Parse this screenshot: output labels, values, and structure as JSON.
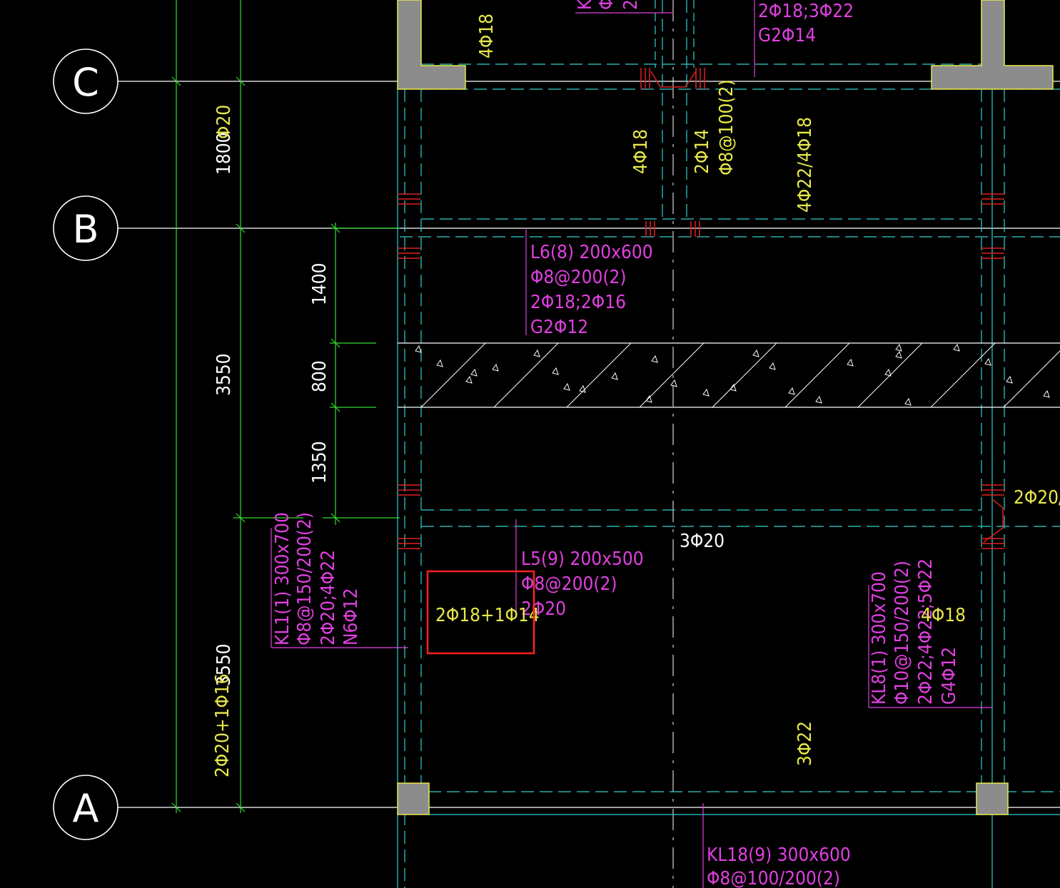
{
  "axes": {
    "c": "C",
    "b": "B",
    "a": "A"
  },
  "dims": {
    "d1800": "1800",
    "d3550_top": "3550",
    "d3550_bottom": "3550",
    "d1400": "1400",
    "d800": "800",
    "d1350": "1350"
  },
  "rebar": {
    "top_4phi18": "4Φ18",
    "top_2phi18_3phi22": "2Φ18;3Φ22",
    "top_g2phi14": "G2Φ14",
    "left_phi20": "Φ20",
    "mid_4phi18": "4Φ18",
    "mid_2phi14": "2Φ14",
    "mid_phi8_100": "Φ8@100(2)",
    "mid_4phi22_4phi18": "4Φ22/4Φ18",
    "bot_2phi18_1phi14": "2Φ18+1Φ14",
    "bot_3phi20": "3Φ20",
    "bot_4phi18": "4Φ18",
    "bot_3phi22": "3Φ22",
    "left_2phi20_1phi16": "2Φ20+1Φ16",
    "right_2phi20": "2Φ20/"
  },
  "beams": {
    "l6": [
      "L6(8) 200x600",
      "Φ8@200(2)",
      "2Φ18;2Φ16",
      "G2Φ12"
    ],
    "l5": [
      "L5(9) 200x500",
      "Φ8@200(2)",
      "2Φ20"
    ],
    "kl1": [
      "KL1(1) 300x700",
      "Φ8@150/200(2)",
      "2Φ20;4Φ22",
      "N6Φ12"
    ],
    "kl8": [
      "KL8(1) 300x700",
      "Φ10@150/200(2)",
      "2Φ22;4Φ22;5Φ22",
      "G4Φ12"
    ],
    "kl18": [
      "KL18(9) 300x600",
      "Φ8@100/200(2)"
    ],
    "top_partial": [
      "K",
      "Φ",
      "2"
    ]
  },
  "colors": {
    "background": "#000000",
    "axis_line": "#ffffff",
    "dimension_line": "#33dd33",
    "beam_outline": "#30d0d0",
    "column_fill": "#8c8c8c",
    "column_edge": "#e8e84a",
    "label_magenta": "#e040e0",
    "label_yellow": "#e8e84a",
    "stirrup_red": "#e02020",
    "highlight_box": "#ff2020"
  }
}
